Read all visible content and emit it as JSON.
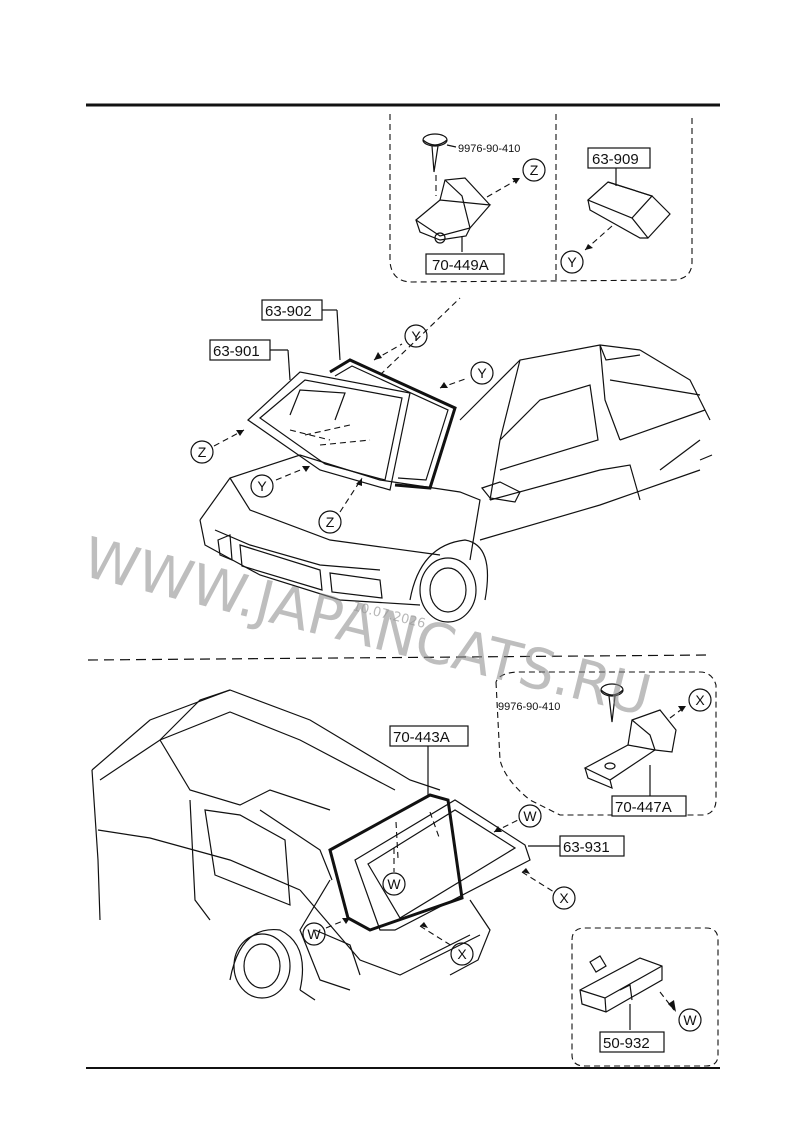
{
  "parts": {
    "p9976_90_410_top": "9976-90-410",
    "p63_909": "63-909",
    "p70_449A": "70-449A",
    "p63_902": "63-902",
    "p63_901": "63-901",
    "p9976_90_410_bottom": "9976-90-410",
    "p70_443A": "70-443A",
    "p70_447A": "70-447A",
    "p63_931": "63-931",
    "p50_932": "50-932"
  },
  "callouts": {
    "Z": "Z",
    "Y": "Y",
    "X": "X",
    "W": "W"
  },
  "watermark": {
    "text": "WWW.JAPANCATS.RU",
    "date": "10.07.2026"
  }
}
